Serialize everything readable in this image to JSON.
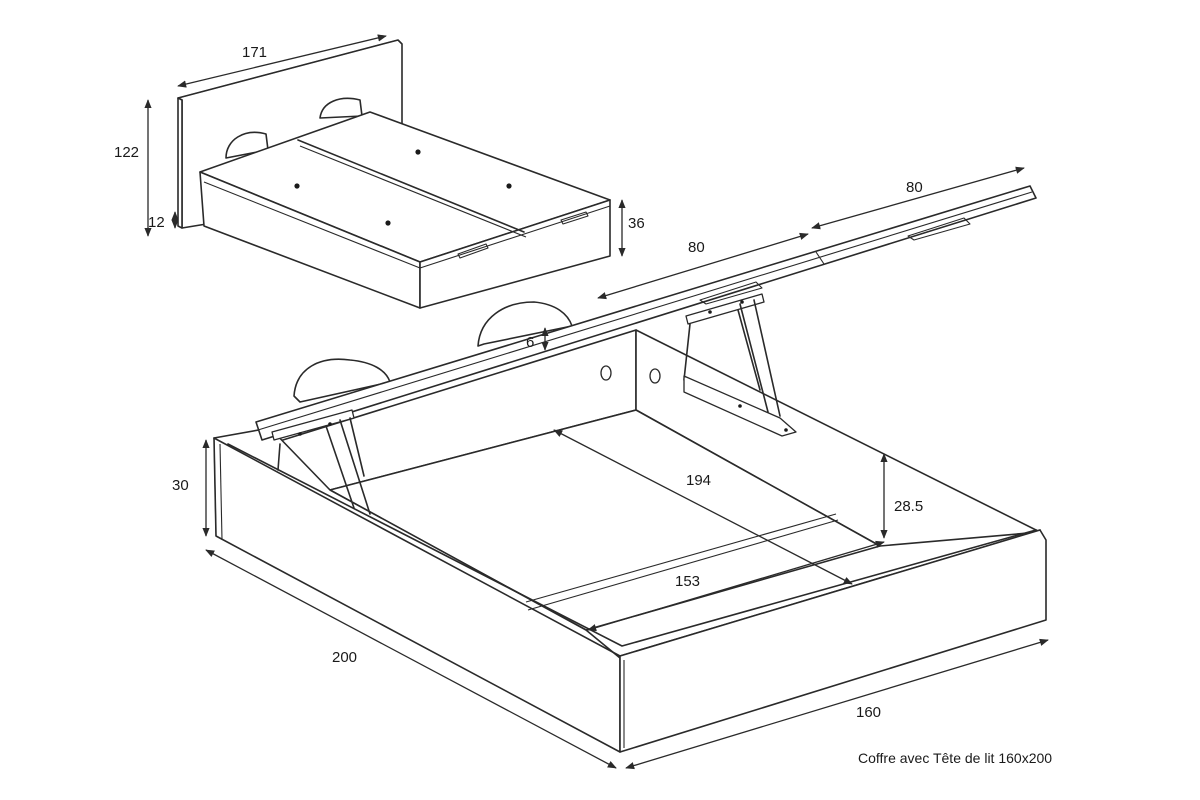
{
  "caption": "Coffre avec Tête de lit 160x200",
  "dimensions": {
    "headboard_width": "171",
    "headboard_height": "122",
    "headboard_leg": "12",
    "closed_height": "36",
    "lid_half_upper": "80",
    "lid_half_lower": "80",
    "lift_gap": "6",
    "box_height": "30",
    "inner_length": "194",
    "inner_depth": "28.5",
    "inner_width": "153",
    "outer_length": "200",
    "outer_width": "160"
  }
}
